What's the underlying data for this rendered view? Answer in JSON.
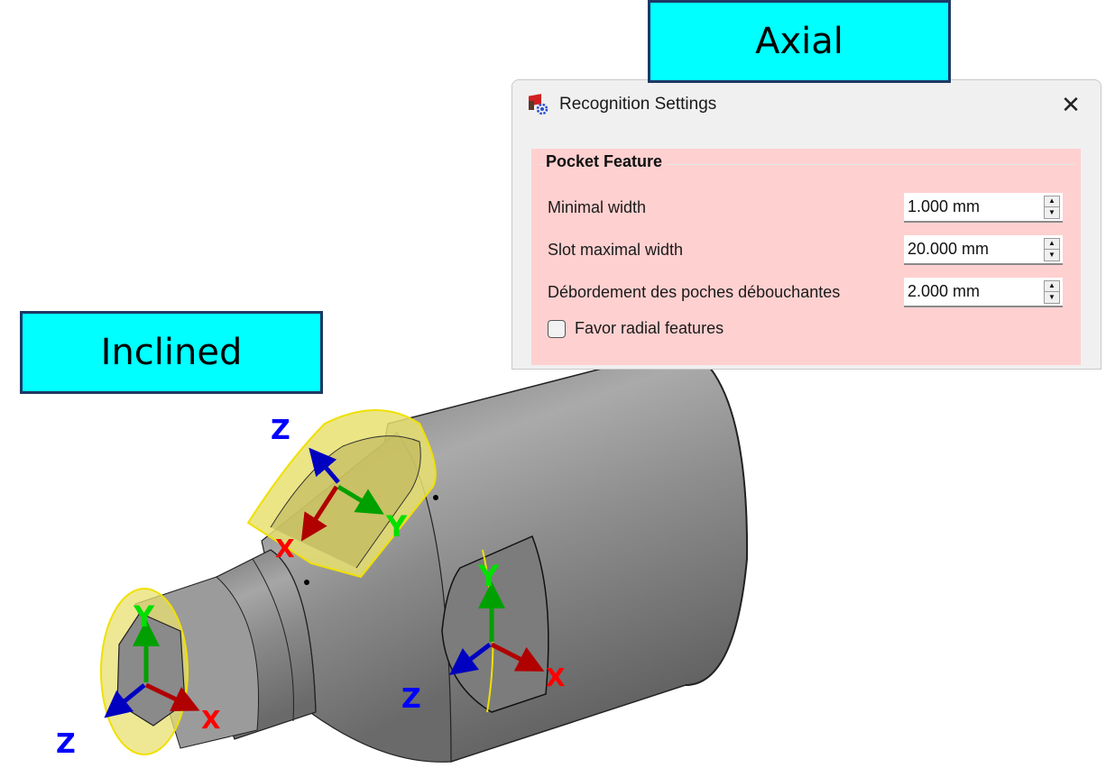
{
  "annotations": {
    "axial": "Axial",
    "inclined": "Inclined"
  },
  "dialog": {
    "title": "Recognition Settings",
    "close_icon": "close-icon",
    "group": {
      "title": "Pocket Feature",
      "fields": [
        {
          "label": "Minimal width",
          "value": "1.000 mm"
        },
        {
          "label": "Slot maximal width",
          "value": "20.000 mm"
        },
        {
          "label": "Débordement des poches débouchantes",
          "value": "2.000 mm"
        }
      ],
      "checkbox": {
        "label": "Favor radial features",
        "checked": false
      }
    }
  },
  "axes": {
    "x": "X",
    "y": "Y",
    "z": "Z",
    "colors": {
      "x": "#ff0000",
      "y": "#00e000",
      "z": "#0000ff"
    }
  },
  "colors": {
    "label_fill": "#00ffff",
    "label_border": "#1f3864",
    "group_fill": "#ffd0d0",
    "highlight_face": "#e8e070",
    "part_gray": "#8c8c8c"
  }
}
